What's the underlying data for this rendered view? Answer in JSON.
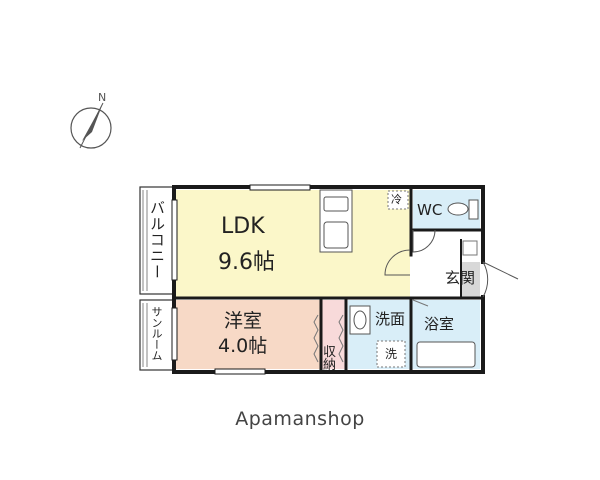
{
  "compass": {
    "north_label": "N"
  },
  "rooms": {
    "balcony": "バルコニー",
    "ldk_name": "LDK",
    "ldk_size": "9.6帖",
    "fridge": "冷",
    "wc": "WC",
    "entrance": "玄関",
    "western_room_name": "洋室",
    "western_room_size": "4.0帖",
    "sunroom": "サンルーム",
    "washroom": "洗面",
    "bathroom": "浴室",
    "storage": "収納",
    "washer": "洗"
  },
  "colors": {
    "ldk_floor": "#fbf7c9",
    "western_floor": "#f7d9c6",
    "storage_floor": "#f8dada",
    "wet_area": "#d9eef8",
    "entrance_floor": "#d8d8d8",
    "walls": "#1a1a1a",
    "fixtures": "#555555"
  },
  "brand": "Apamanshop"
}
